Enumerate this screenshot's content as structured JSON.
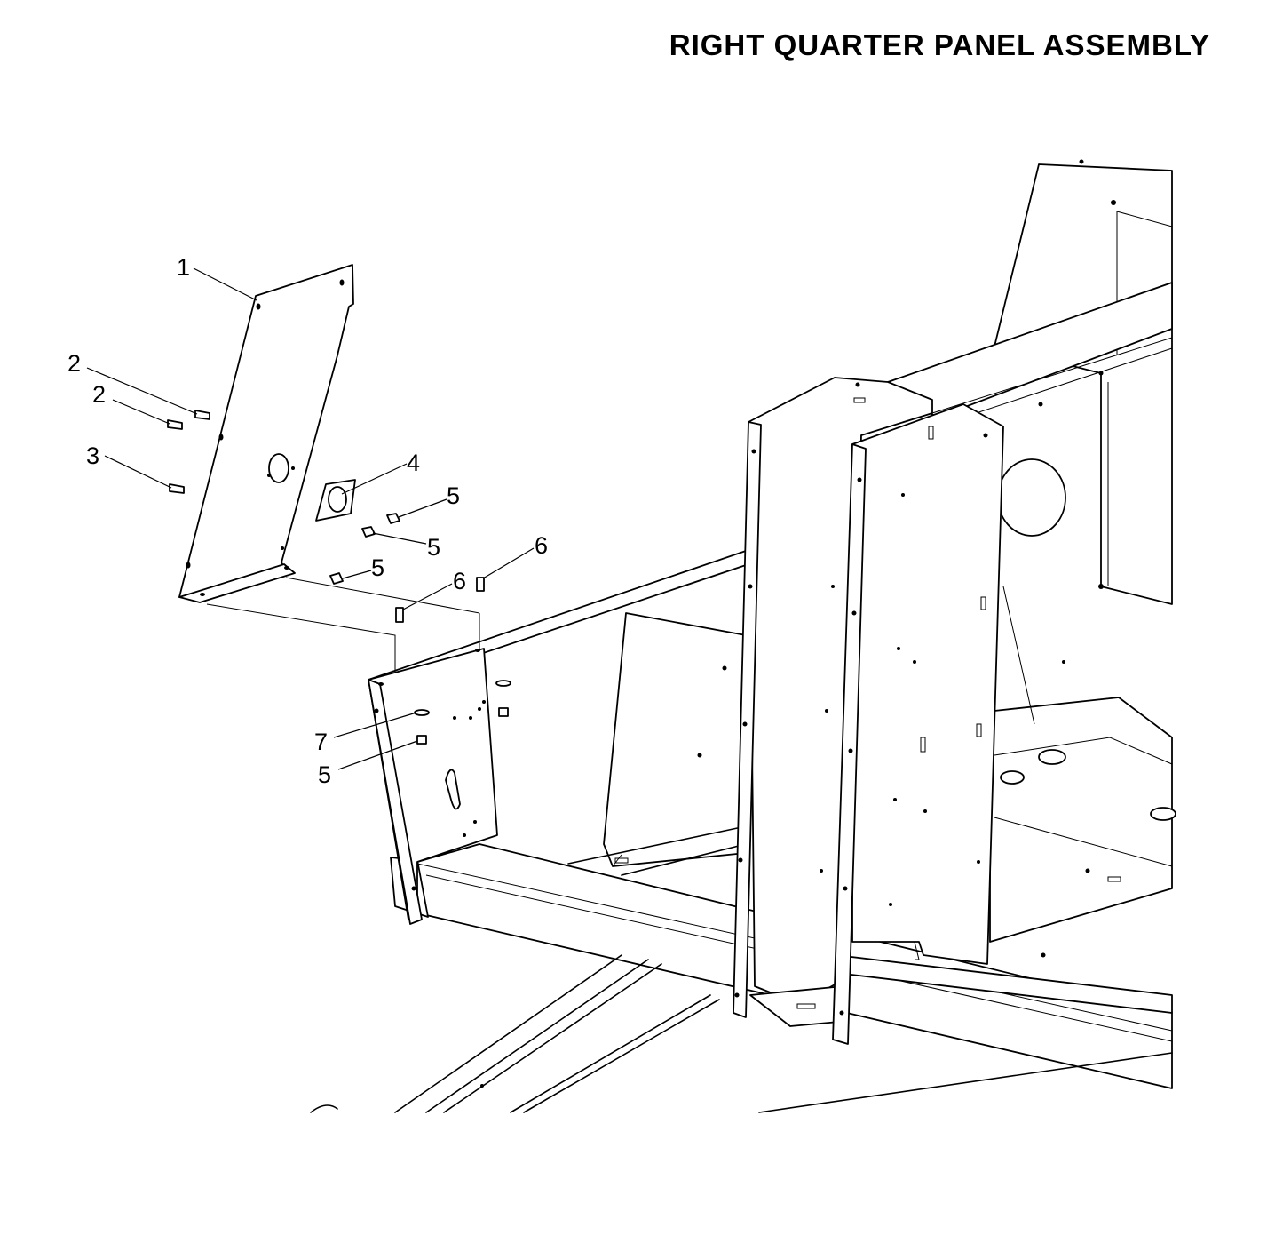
{
  "title": "RIGHT QUARTER PANEL ASSEMBLY",
  "callouts": [
    {
      "label": "1"
    },
    {
      "label": "2"
    },
    {
      "label": "2"
    },
    {
      "label": "3"
    },
    {
      "label": "4"
    },
    {
      "label": "5"
    },
    {
      "label": "5"
    },
    {
      "label": "5"
    },
    {
      "label": "6"
    },
    {
      "label": "6"
    },
    {
      "label": "7"
    },
    {
      "label": "5"
    }
  ]
}
